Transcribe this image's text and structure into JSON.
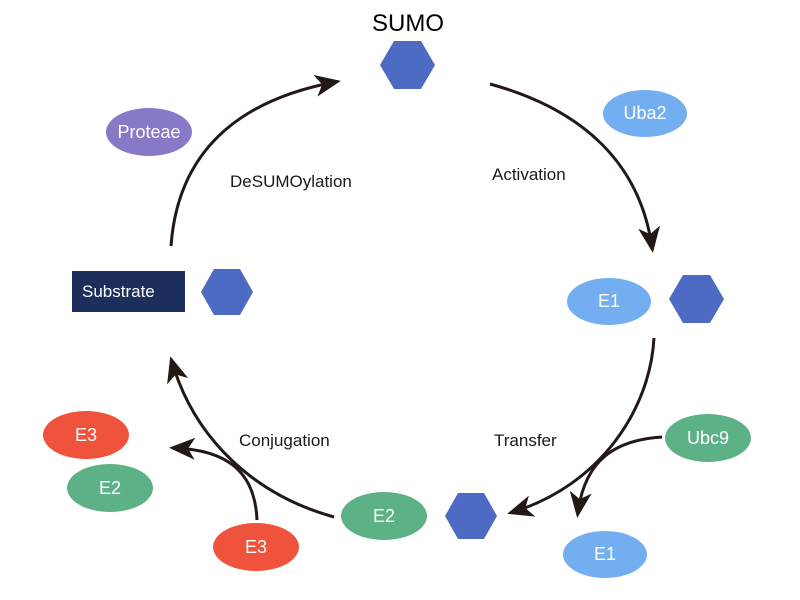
{
  "title": "SUMO",
  "steps": {
    "activation": "Activation",
    "transfer": "Transfer",
    "conjugation": "Conjugation",
    "desumoylation": "DeSUMOylation"
  },
  "nodes": {
    "uba2": "Uba2",
    "e1_main": "E1",
    "ubc9": "Ubc9",
    "e1_released": "E1",
    "e2_main": "E2",
    "e3_incoming": "E3",
    "e3_released": "E3",
    "e2_released": "E2",
    "substrate": "Substrate",
    "proteae": "Proteae"
  },
  "colors": {
    "sumo_hexagon": "#4e6bc4",
    "blue_node": "#73aff0",
    "green_node": "#5db186",
    "red_node": "#f0533b",
    "purple_node": "#8878c6",
    "substrate_box": "#1c2e5c",
    "arrow": "#221816"
  }
}
